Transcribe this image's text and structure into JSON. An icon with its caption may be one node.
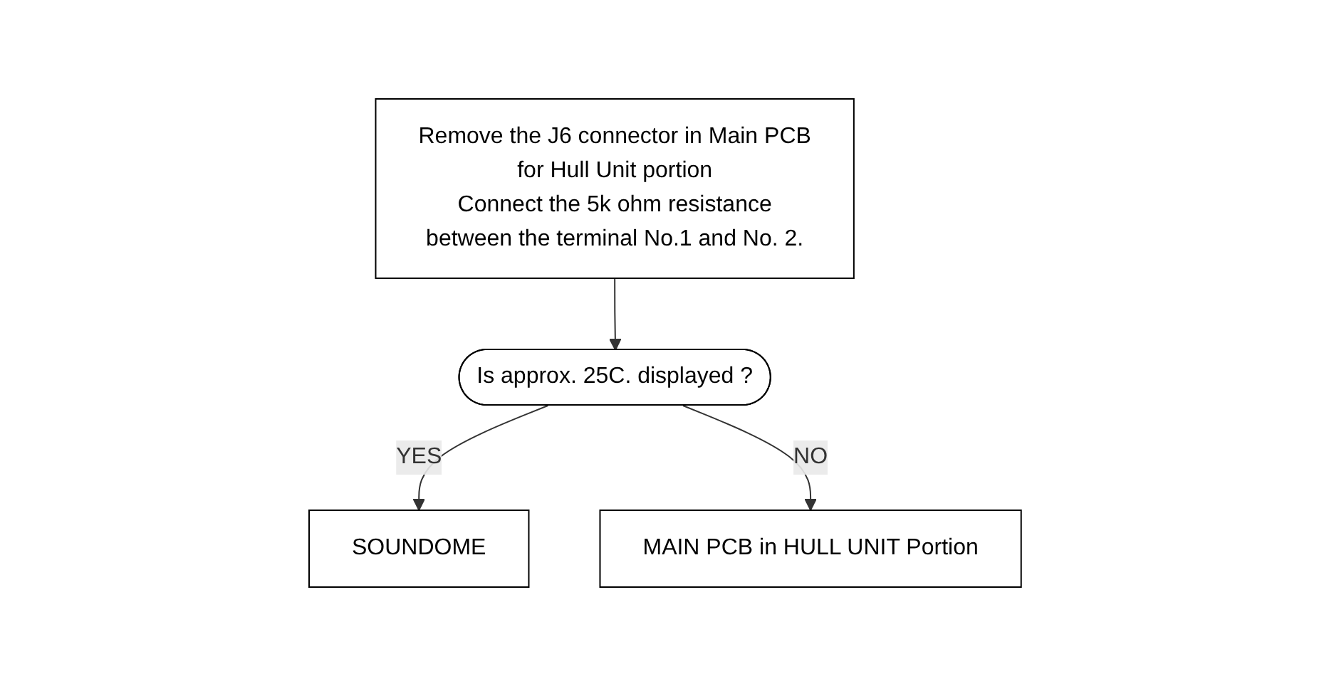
{
  "diagram": {
    "nodes": [
      {
        "text": [
          "Remove the J6 connector in Main PCB for Hull Unit portion",
          "Connect the 5k ohm resistance between the terminal No.1 and No. 2."
        ]
      },
      {
        "text": [
          "Is approx.  25C. displayed ?"
        ]
      },
      {
        "text": [
          "SOUNDOME"
        ]
      },
      {
        "text": [
          "MAIN PCB in HULL UNIT Portion"
        ]
      }
    ],
    "edges": [
      {
        "from": 0,
        "to": 1,
        "arrow": "to"
      },
      {
        "from": 1,
        "to": 2,
        "arrow": "to",
        "label": "YES"
      },
      {
        "from": 1,
        "to": 3,
        "arrow": "to",
        "label": "NO"
      }
    ]
  }
}
